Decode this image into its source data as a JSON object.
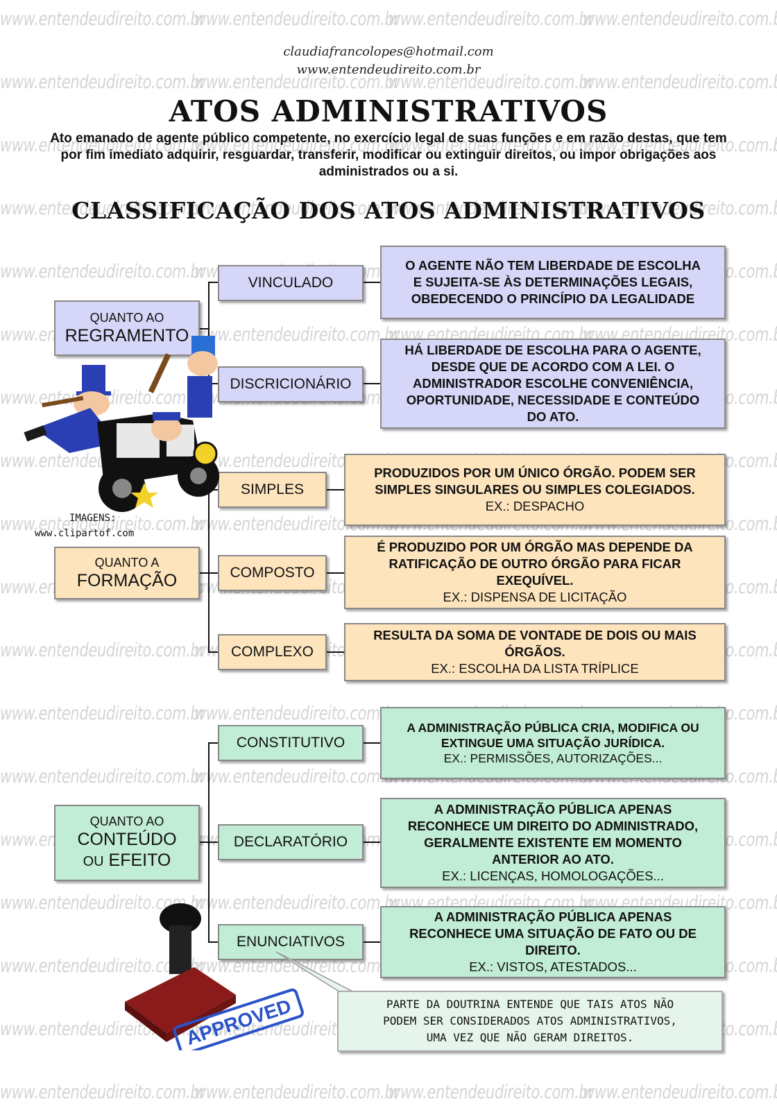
{
  "watermark": "www.entendeudireito.com.br",
  "contact": {
    "email": "claudiafrancolopes@hotmail.com",
    "site": "www.entendeudireito.com.br"
  },
  "title": "ATOS ADMINISTRATIVOS",
  "definition": "Ato emanado de agente público competente, no exercício legal de suas funções e em razão destas, que tem por fim imediato adquirir, resguardar, transferir, modificar ou extinguir direitos, ou impor obrigações aos administrados ou a si.",
  "subtitle": "CLASSIFICAÇÃO DOS ATOS ADMINISTRATIVOS",
  "image_credit": {
    "label": "IMAGENS:",
    "source": "www.clipartof.com"
  },
  "colors": {
    "regramento": "#d6d7f8",
    "formacao": "#fde4bd",
    "conteudo": "#c1ecd5"
  },
  "groups": {
    "regramento": {
      "small": "QUANTO AO",
      "big": "REGRAMENTO",
      "types": [
        {
          "label": "VINCULADO",
          "desc": [
            "O AGENTE NÃO TEM LIBERDADE DE ESCOLHA",
            "E SUJEITA-SE ÀS DETERMINAÇÕES LEGAIS,",
            "OBEDECENDO O PRINCÍPIO DA LEGALIDADE"
          ]
        },
        {
          "label": "DISCRICIONÁRIO",
          "desc": [
            "HÁ LIBERDADE DE ESCOLHA PARA O AGENTE,",
            "DESDE QUE DE ACORDO COM A LEI. O",
            "ADMINISTRADOR ESCOLHE CONVENIÊNCIA,",
            "OPORTUNIDADE, NECESSIDADE E CONTEÚDO",
            "DO ATO."
          ]
        }
      ]
    },
    "formacao": {
      "small": "QUANTO A",
      "big": "FORMAÇÃO",
      "types": [
        {
          "label": "SIMPLES",
          "desc": [
            "PRODUZIDOS POR UM ÚNICO ÓRGÃO. PODEM SER",
            "SIMPLES SINGULARES OU SIMPLES COLEGIADOS."
          ],
          "example": "EX.: DESPACHO"
        },
        {
          "label": "COMPOSTO",
          "desc": [
            "É PRODUZIDO POR UM ÓRGÃO MAS DEPENDE DA",
            "RATIFICAÇÃO DE OUTRO ÓRGÃO PARA FICAR",
            "EXEQUÍVEL."
          ],
          "example": "EX.: DISPENSA DE LICITAÇÃO"
        },
        {
          "label": "COMPLEXO",
          "desc": [
            "RESULTA DA SOMA DE VONTADE DE DOIS OU MAIS",
            "ÓRGÃOS."
          ],
          "example": "EX.: ESCOLHA DA LISTA TRÍPLICE"
        }
      ]
    },
    "conteudo": {
      "small": "QUANTO AO",
      "big1": "CONTEÚDO",
      "big2_small": "OU",
      "big2": "EFEITO",
      "types": [
        {
          "label": "CONSTITUTIVO",
          "desc": [
            "A ADMINISTRAÇÃO PÚBLICA CRIA, MODIFICA OU",
            "EXTINGUE UMA SITUAÇÃO JURÍDICA."
          ],
          "example": "EX.: PERMISSÕES, AUTORIZAÇÕES..."
        },
        {
          "label": "DECLARATÓRIO",
          "desc": [
            "A ADMINISTRAÇÃO PÚBLICA APENAS",
            "RECONHECE UM DIREITO DO ADMINISTRADO,",
            "GERALMENTE EXISTENTE EM MOMENTO",
            "ANTERIOR AO ATO."
          ],
          "example": "EX.: LICENÇAS, HOMOLOGAÇÕES..."
        },
        {
          "label": "ENUNCIATIVOS",
          "desc": [
            "A ADMINISTRAÇÃO PÚBLICA APENAS",
            "RECONHECE UMA SITUAÇÃO DE FATO OU DE",
            "DIREITO."
          ],
          "example": "EX.: VISTOS, ATESTADOS..."
        }
      ]
    }
  },
  "note": [
    "PARTE DA DOUTRINA ENTENDE QUE TAIS ATOS NÃO",
    "PODEM SER CONSIDERADOS ATOS ADMINISTRATIVOS,",
    "UMA VEZ QUE NÃO GERAM DIREITOS."
  ],
  "stamp_text": "APPROVED"
}
